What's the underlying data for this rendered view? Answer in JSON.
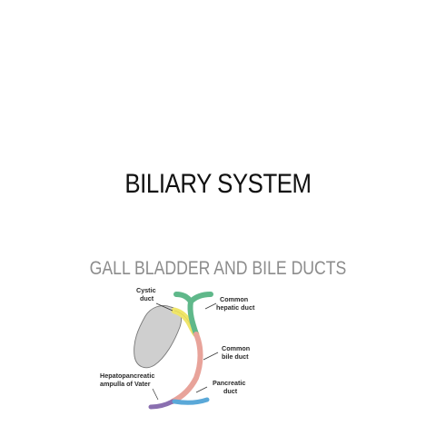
{
  "slide": {
    "title": "BILIARY SYSTEM",
    "subtitle": "GALL BLADDER AND BILE DUCTS"
  },
  "diagram": {
    "labels": {
      "cystic_duct": [
        "Cystic",
        "duct"
      ],
      "common_hepatic_duct": [
        "Common",
        "hepatic duct"
      ],
      "common_bile_duct": [
        "Common",
        "bile duct"
      ],
      "ampulla_of_vater": [
        "Hepatopancreatic",
        "ampulla of Vater"
      ],
      "pancreatic_duct": [
        "Pancreatic",
        "duct"
      ]
    },
    "colors": {
      "gall_bladder": "#cfcfcf",
      "cystic_duct": "#efe56a",
      "common_hepatic_duct": "#5fb88a",
      "common_bile_duct": "#e8a39a",
      "ampulla": "#8a6fb0",
      "pancreatic_duct": "#5aa8d8"
    }
  }
}
